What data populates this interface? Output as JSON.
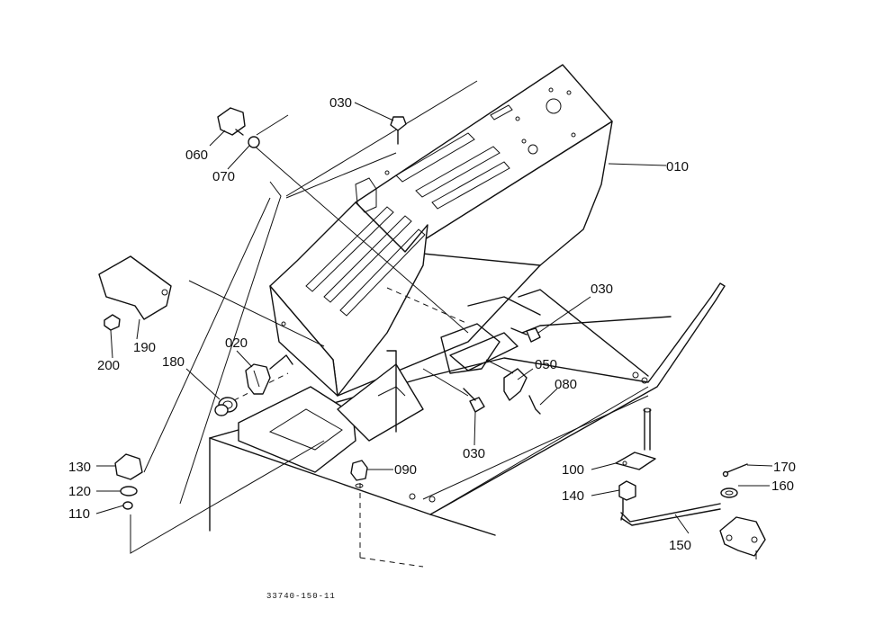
{
  "parts": [
    {
      "id": "p010",
      "label": "010"
    },
    {
      "id": "p020",
      "label": "020"
    },
    {
      "id": "p030a",
      "label": "030"
    },
    {
      "id": "p030b",
      "label": "030"
    },
    {
      "id": "p030c",
      "label": "030"
    },
    {
      "id": "p050",
      "label": "050"
    },
    {
      "id": "p060",
      "label": "060"
    },
    {
      "id": "p070",
      "label": "070"
    },
    {
      "id": "p080",
      "label": "080"
    },
    {
      "id": "p090",
      "label": "090"
    },
    {
      "id": "p100",
      "label": "100"
    },
    {
      "id": "p110",
      "label": "110"
    },
    {
      "id": "p120",
      "label": "120"
    },
    {
      "id": "p130",
      "label": "130"
    },
    {
      "id": "p140",
      "label": "140"
    },
    {
      "id": "p150",
      "label": "150"
    },
    {
      "id": "p160",
      "label": "160"
    },
    {
      "id": "p170",
      "label": "170"
    },
    {
      "id": "p180",
      "label": "180"
    },
    {
      "id": "p190",
      "label": "190"
    },
    {
      "id": "p200",
      "label": "200"
    }
  ],
  "drawing_number": "33740-150-11"
}
